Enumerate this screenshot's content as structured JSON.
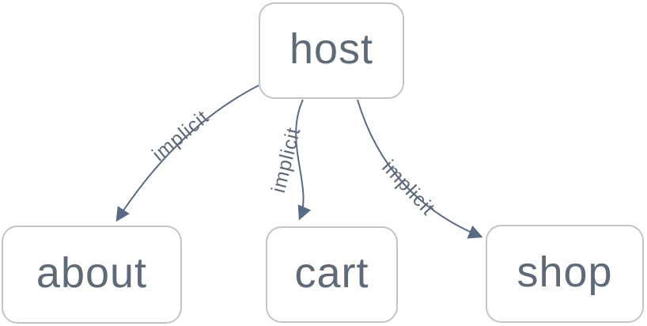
{
  "diagram": {
    "type": "directed-graph",
    "background_color": "#ffffff",
    "node_fill_color": "#ffffff",
    "node_border_color": "#c2c4c7",
    "node_text_color": "#5f6a78",
    "edge_color": "#5a6a84",
    "edge_label_color": "#5f6a78",
    "nodes": [
      {
        "id": "host",
        "label": "host"
      },
      {
        "id": "about",
        "label": "about"
      },
      {
        "id": "cart",
        "label": "cart"
      },
      {
        "id": "shop",
        "label": "shop"
      }
    ],
    "edges": [
      {
        "from": "host",
        "to": "about",
        "label": "implicit"
      },
      {
        "from": "host",
        "to": "cart",
        "label": "implicit"
      },
      {
        "from": "host",
        "to": "shop",
        "label": "implicit"
      }
    ]
  }
}
